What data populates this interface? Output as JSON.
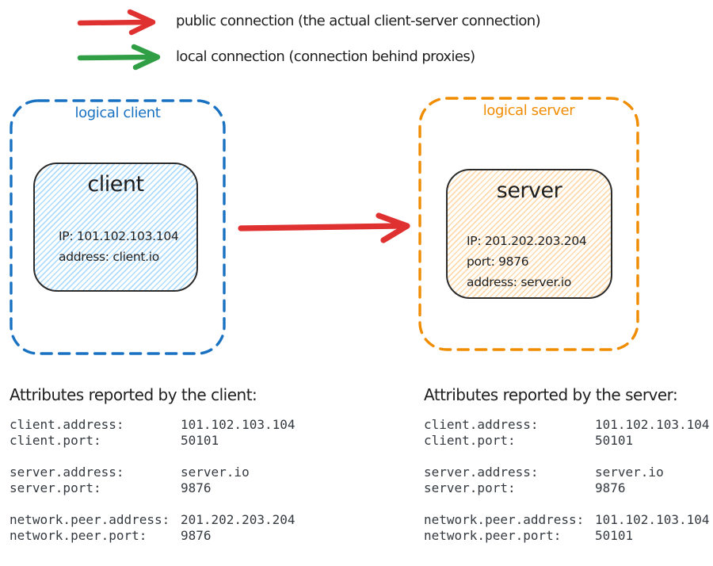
{
  "legend": {
    "items": [
      {
        "name": "public-connection",
        "arrow_color": "#e03131",
        "label": "public connection (the actual client-server connection)"
      },
      {
        "name": "local-connection",
        "arrow_color": "#2f9e44",
        "label": "local connection (connection behind proxies)"
      }
    ]
  },
  "diagram": {
    "logical_client": {
      "label": "logical client",
      "border_color": "#1971c2",
      "node": {
        "title": "client",
        "fill_color": "#a5d8ff",
        "lines": [
          "IP: 101.102.103.104",
          "address: client.io"
        ]
      }
    },
    "logical_server": {
      "label": "logical server",
      "border_color": "#f08c00",
      "node": {
        "title": "server",
        "fill_color": "#ffd8a8",
        "lines": [
          "IP: 201.202.203.204",
          "port: 9876",
          "address: server.io"
        ]
      }
    },
    "connection": {
      "type": "public connection",
      "color": "#e03131",
      "from": "client",
      "to": "server"
    }
  },
  "attributes_client": {
    "heading": "Attributes reported by the client:",
    "groups": [
      {
        "rows": [
          {
            "label": "client.address:",
            "value": "101.102.103.104"
          },
          {
            "label": "client.port:",
            "value": "50101"
          }
        ]
      },
      {
        "rows": [
          {
            "label": "server.address:",
            "value": "server.io"
          },
          {
            "label": "server.port:",
            "value": "9876"
          }
        ]
      },
      {
        "rows": [
          {
            "label": "network.peer.address:",
            "value": "201.202.203.204"
          },
          {
            "label": "network.peer.port:",
            "value": "9876"
          }
        ]
      }
    ]
  },
  "attributes_server": {
    "heading": "Attributes reported by the server:",
    "groups": [
      {
        "rows": [
          {
            "label": "client.address:",
            "value": "101.102.103.104"
          },
          {
            "label": "client.port:",
            "value": "50101"
          }
        ]
      },
      {
        "rows": [
          {
            "label": "server.address:",
            "value": "server.io"
          },
          {
            "label": "server.port:",
            "value": "9876"
          }
        ]
      },
      {
        "rows": [
          {
            "label": "network.peer.address:",
            "value": "101.102.103.104"
          },
          {
            "label": "network.peer.port:",
            "value": "50101"
          }
        ]
      }
    ]
  }
}
